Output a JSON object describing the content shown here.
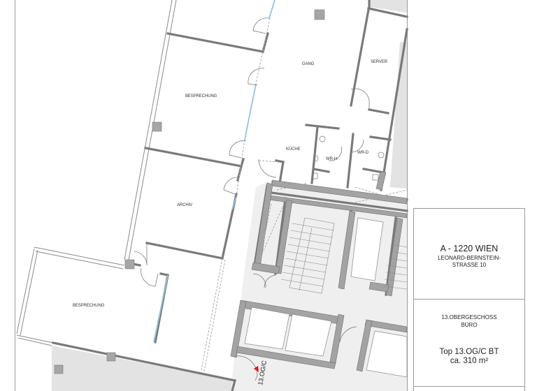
{
  "plan": {
    "rooms": [
      {
        "id": "besprechung-1",
        "label": "BESPRECHUNG"
      },
      {
        "id": "gang",
        "label": "GANG"
      },
      {
        "id": "server",
        "label": "SERVER"
      },
      {
        "id": "kueche",
        "label": "KÜCHE"
      },
      {
        "id": "wr-h",
        "label": "WR-H"
      },
      {
        "id": "wr-d",
        "label": "WR-D"
      },
      {
        "id": "archiv",
        "label": "ARCHIV"
      },
      {
        "id": "besprechung-2",
        "label": "BESPRECHUNG"
      }
    ],
    "entrance_marker": {
      "label": "13.OG/C",
      "color": "#e3141b"
    },
    "colors": {
      "wall": "#9c9c9c",
      "wall_stroke": "#6e6e6e",
      "core_fill": "#ececec",
      "outside_fill": "#e0e0e0",
      "glass": "#8ec4e6",
      "line": "#777777"
    }
  },
  "titleblock": {
    "city": "A - 1220 WIEN",
    "street_line1": "LEONARD-BERNSTEIN-",
    "street_line2": "STRASSE 10",
    "floor": "13.OBERGESCHOSS",
    "use": "BÜRO",
    "unit": "Top 13.OG/C BT",
    "area": "ca. 310 m²"
  }
}
